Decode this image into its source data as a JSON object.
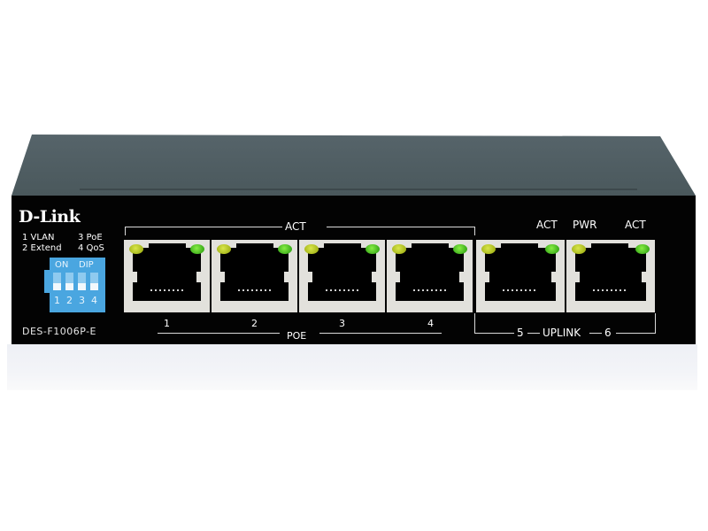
{
  "device": {
    "brand": "D-Link",
    "model": "DES-F1006P-E",
    "dip_legend": {
      "left": [
        "1 VLAN",
        "2 Extend"
      ],
      "right": [
        "3 PoE",
        "4 QoS"
      ]
    },
    "dip_switch": {
      "on_label": "ON",
      "dip_label": "DIP",
      "positions": [
        "1",
        "2",
        "3",
        "4"
      ],
      "color": "#4aa6e0"
    },
    "poe_group": {
      "top_label": "ACT",
      "bottom_label": "POE",
      "ports": [
        "1",
        "2",
        "3",
        "4"
      ]
    },
    "uplink_group": {
      "labels": [
        "ACT",
        "PWR",
        "ACT"
      ],
      "bottom_label": "5 — UPLINK — 6",
      "port_5": "5",
      "uplink": "UPLINK",
      "port_6": "6"
    },
    "led_colors": {
      "link": "#c4d22e",
      "activity": "#5cd02c"
    },
    "chassis_color": "#030303",
    "top_color": "#4f5c60"
  }
}
